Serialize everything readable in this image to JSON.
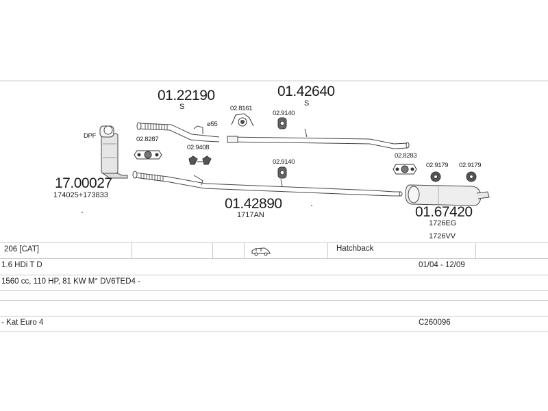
{
  "parts": {
    "dpf_label": "DPF",
    "dpf_number": "17.00027",
    "dpf_sub": "174025+173833",
    "front_pipe_number": "01.22190",
    "front_pipe_s": "S",
    "center_pipe_number": "01.42640",
    "center_pipe_s": "S",
    "lower_pipe_number": "01.42890",
    "lower_pipe_sub": "1717AN",
    "rear_silencer_number": "01.67420",
    "rear_silencer_sub1": "1726EG",
    "rear_silencer_sub2": "1726VV",
    "gasket_1": "02.8287",
    "clamp_1": "02.9408",
    "size_label": "ø55",
    "gasket_2": "02.8161",
    "hanger_1": "02.9140",
    "hanger_2": "02.9140",
    "gasket_3": "02.8283",
    "hanger_3": "02.9179",
    "hanger_4": "02.9179"
  },
  "table": {
    "model": "206  [CAT]",
    "body_type": "Hatchback",
    "engine": "1.6 HDi T D",
    "period": "01/04 - 12/09",
    "spec": "1560 cc, 110 HP, 81 KW M° DV6TED4 -",
    "emission": "- Kat Euro 4",
    "code": "C260096"
  }
}
